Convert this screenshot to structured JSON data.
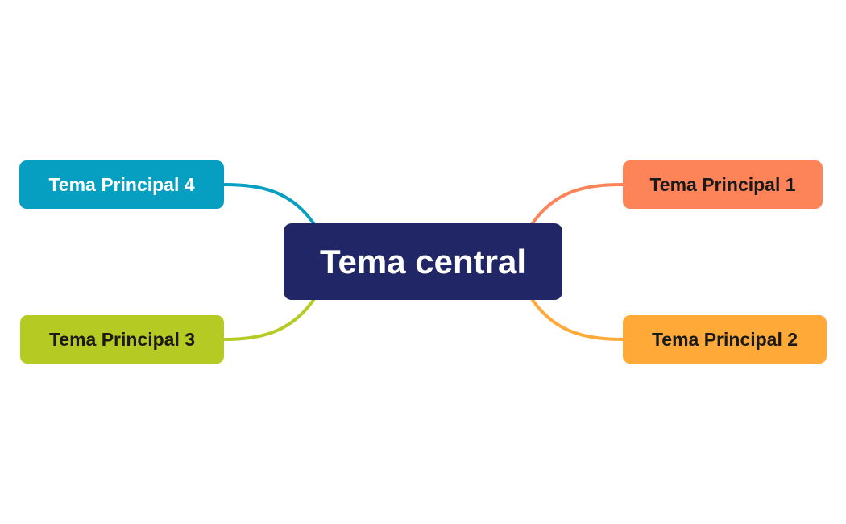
{
  "central": {
    "label": "Tema central",
    "bg": "#212666",
    "text_color": "#ffffff"
  },
  "branches": [
    {
      "label": "Tema Principal 1",
      "color": "#fd8458",
      "text_color": "#1a1a1a"
    },
    {
      "label": "Tema Principal 2",
      "color": "#ffaa38",
      "text_color": "#1a1a1a"
    },
    {
      "label": "Tema Principal 3",
      "color": "#b5ca23",
      "text_color": "#1a1a1a"
    },
    {
      "label": "Tema Principal 4",
      "color": "#069fc1",
      "text_color": "#ffffff"
    }
  ]
}
